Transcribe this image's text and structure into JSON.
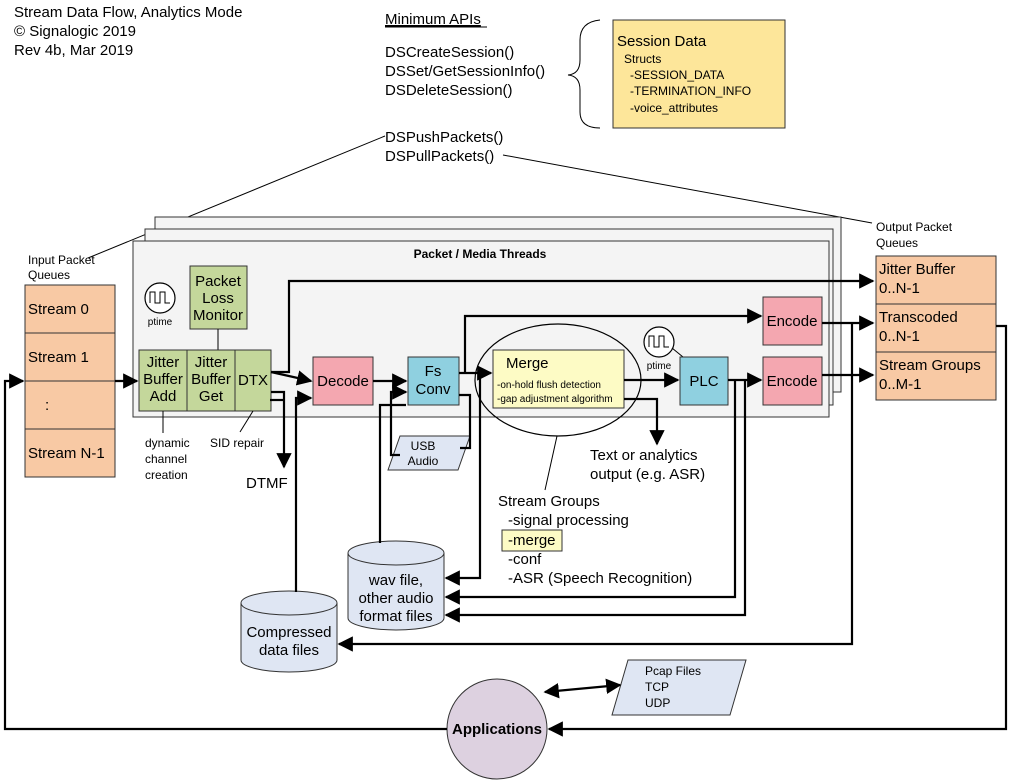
{
  "header": {
    "title": "Stream Data Flow, Analytics Mode",
    "copyright": "© Signalogic 2019",
    "revision": "Rev 4b, Mar 2019"
  },
  "apis": {
    "heading": "Minimum APIs",
    "create": "DSCreateSession()",
    "setget": "DSSet/GetSessionInfo()",
    "delete": "DSDeleteSession()",
    "push": "DSPushPackets()",
    "pull": "DSPullPackets()"
  },
  "session_data": {
    "title": "Session Data",
    "structs": "Structs",
    "item1": "-SESSION_DATA",
    "item2": "-TERMINATION_INFO",
    "item3": "-voice_attributes"
  },
  "threads_title": "Packet / Media Threads",
  "input": {
    "label1": "Input Packet",
    "label2": "Queues",
    "streams": [
      "Stream 0",
      "Stream 1",
      ":",
      "Stream N-1"
    ]
  },
  "output": {
    "label1": "Output Packet",
    "label2": "Queues",
    "q1": "Jitter Buffer",
    "q1sub": "0..N-1",
    "q2": "Transcoded",
    "q2sub": "0..N-1",
    "q3": "Stream Groups",
    "q3sub": "0..M-1"
  },
  "blocks": {
    "ptime": "ptime",
    "plm1": "Packet",
    "plm2": "Loss",
    "plm3": "Monitor",
    "jba1": "Jitter",
    "jba2": "Buffer",
    "jba3": "Add",
    "jbg1": "Jitter",
    "jbg2": "Buffer",
    "jbg3": "Get",
    "dtx": "DTX",
    "decode": "Decode",
    "fs1": "Fs",
    "fs2": "Conv",
    "merge": "Merge",
    "merge_opt1": "-on-hold flush detection",
    "merge_opt2": "-gap adjustment algorithm",
    "plc": "PLC",
    "encode": "Encode"
  },
  "annotations": {
    "dyn1": "dynamic",
    "dyn2": "channel",
    "dyn3": "creation",
    "sid": "SID repair",
    "dtmf": "DTMF",
    "usb1": "USB",
    "usb2": "Audio",
    "text1": "Text or analytics",
    "text2": "output (e.g. ASR)"
  },
  "stream_groups": {
    "title": "Stream Groups",
    "item1": "-signal processing",
    "item2": "-merge",
    "item3": "-conf",
    "item4": "-ASR (Speech Recognition)"
  },
  "files": {
    "wav1": "wav file,",
    "wav2": "other audio",
    "wav3": "format files",
    "comp1": "Compressed",
    "comp2": "data files"
  },
  "pcap": {
    "line1": "Pcap Files",
    "line2": "TCP",
    "line3": "UDP"
  },
  "applications": "Applications",
  "colors": {
    "green": "#c4d79b",
    "peach": "#f8c9a4",
    "pink": "#f4a7b0",
    "teal": "#8fd0e0",
    "yellow": "#fde69a",
    "lightyellow": "#fdfbc5",
    "lavender": "#ddd1e0",
    "paleblue": "#dfe6f3",
    "panel": "#f4f4f4"
  }
}
